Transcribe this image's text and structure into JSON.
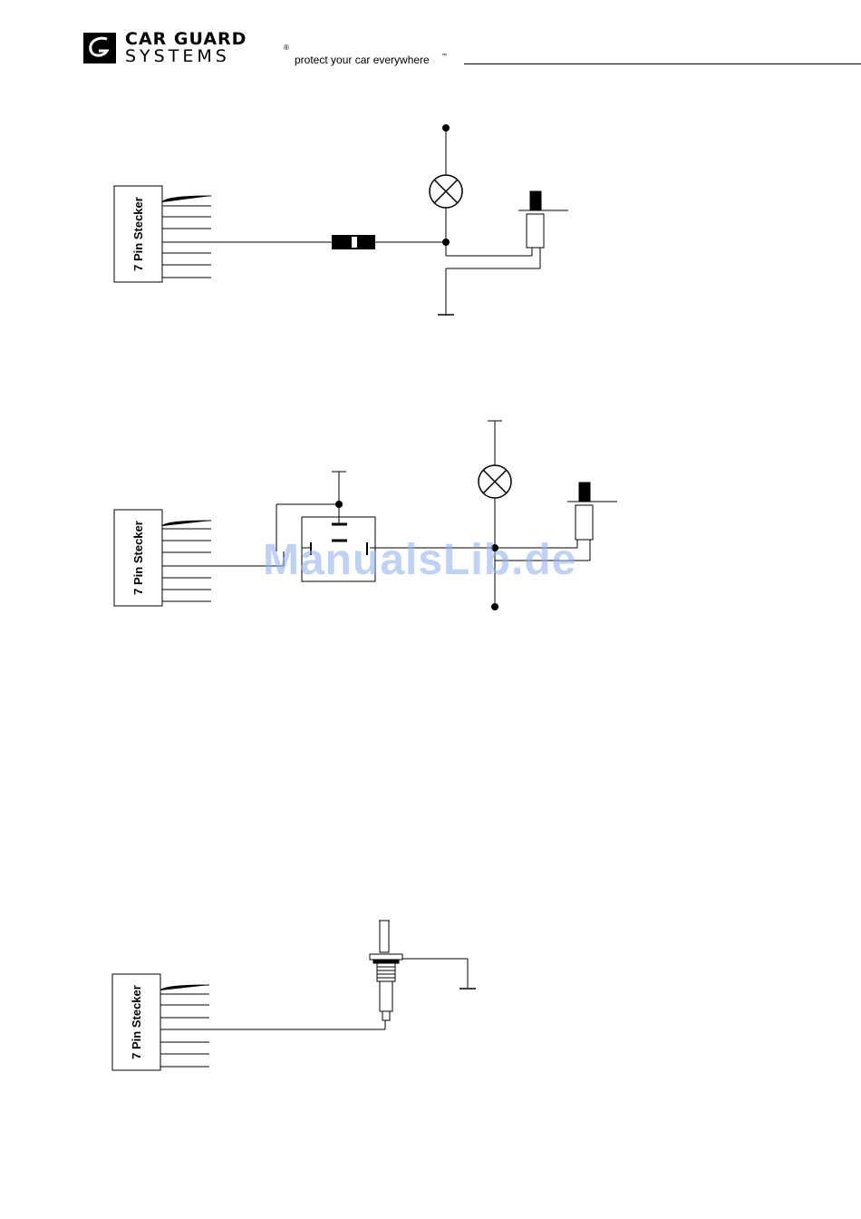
{
  "header": {
    "brand_line1": "CAR GUARD",
    "brand_line2": "SYSTEMS",
    "registered_mark": "®",
    "slogan": "protect your car everywhere",
    "trademark_mark": "™"
  },
  "diagrams": [
    {
      "connector_label": "7 Pin Stecker"
    },
    {
      "connector_label": "7 Pin Stecker"
    },
    {
      "connector_label": "7 Pin Stecker"
    }
  ],
  "watermark": "ManualsLib.de"
}
